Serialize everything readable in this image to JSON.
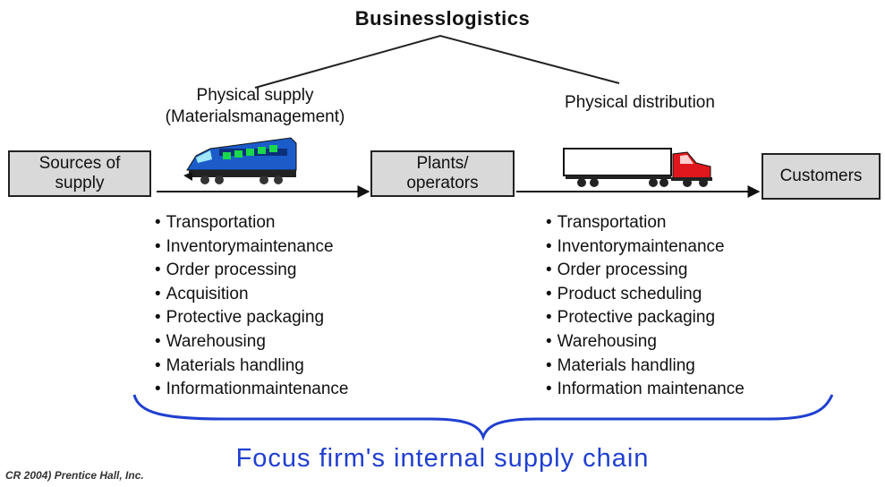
{
  "title": "Businesslogistics",
  "physical_supply": {
    "line1": "Physical supply",
    "line2": "(Materialsmanagement)"
  },
  "physical_distribution": "Physical distribution",
  "nodes": {
    "sources": {
      "line1": "Sources of",
      "line2": "supply"
    },
    "plants": {
      "line1": "Plants/",
      "line2": "operators"
    },
    "customers": "Customers"
  },
  "supply_activities": [
    "Transportation",
    "Inventorymaintenance",
    "Order processing",
    "Acquisition",
    "Protective packaging",
    "Warehousing",
    "Materials handling",
    "Informationmaintenance"
  ],
  "distribution_activities": [
    "Transportation",
    "Inventorymaintenance",
    "Order processing",
    "Product scheduling",
    "Protective packaging",
    "Warehousing",
    "Materials handling",
    "Information maintenance"
  ],
  "focus_label": "Focus firm's internal supply chain",
  "copyright": "CR 2004) Prentice Hall, Inc.",
  "colors": {
    "box_fill": "#d9d9d9",
    "accent_blue": "#1f3fd0",
    "train_body": "#1b5cc9",
    "truck_cab": "#e0171d"
  },
  "icons": {
    "train": "locomotive-icon",
    "truck": "semi-truck-icon"
  }
}
